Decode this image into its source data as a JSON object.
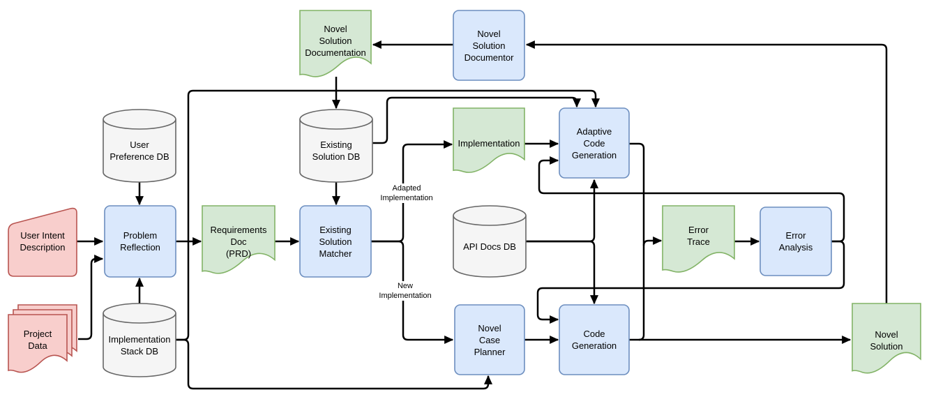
{
  "palette": {
    "process_fill": "#dae8fc",
    "process_stroke": "#6c8ebf",
    "document_fill": "#d5e8d4",
    "document_stroke": "#82b366",
    "input_fill": "#f8cecc",
    "input_stroke": "#b85450",
    "database_fill": "#f5f5f5",
    "database_stroke": "#666666",
    "edge_color": "#000000",
    "background": "#ffffff"
  },
  "nodes": {
    "novel_solution_documentation": {
      "label": "Novel\nSolution\nDocumentation",
      "shape": "document",
      "color": "green"
    },
    "novel_solution_documentor": {
      "label": "Novel\nSolution\nDocumentor",
      "shape": "process",
      "color": "blue"
    },
    "user_preference_db": {
      "label": "User\nPreference DB",
      "shape": "database",
      "color": "gray"
    },
    "existing_solution_db": {
      "label": "Existing\nSolution DB",
      "shape": "database",
      "color": "gray"
    },
    "implementation": {
      "label": "Implementation",
      "shape": "document",
      "color": "green"
    },
    "adaptive_code_generation": {
      "label": "Adaptive\nCode\nGeneration",
      "shape": "process",
      "color": "blue"
    },
    "user_intent_description": {
      "label": "User Intent\nDescription",
      "shape": "manual-input",
      "color": "red"
    },
    "problem_reflection": {
      "label": "Problem\nReflection",
      "shape": "process",
      "color": "blue"
    },
    "requirements_doc": {
      "label": "Requirements\nDoc\n(PRD)",
      "shape": "document",
      "color": "green"
    },
    "existing_solution_matcher": {
      "label": "Existing\nSolution\nMatcher",
      "shape": "process",
      "color": "blue"
    },
    "api_docs_db": {
      "label": "API Docs DB",
      "shape": "database",
      "color": "gray"
    },
    "error_trace": {
      "label": "Error\nTrace",
      "shape": "document",
      "color": "green"
    },
    "error_analysis": {
      "label": "Error\nAnalysis",
      "shape": "process",
      "color": "blue"
    },
    "project_data": {
      "label": "Project\nData",
      "shape": "multi-document",
      "color": "red"
    },
    "implementation_stack_db": {
      "label": "Implementation\nStack DB",
      "shape": "database",
      "color": "gray"
    },
    "novel_case_planner": {
      "label": "Novel\nCase\nPlanner",
      "shape": "process",
      "color": "blue"
    },
    "code_generation": {
      "label": "Code\nGeneration",
      "shape": "process",
      "color": "blue"
    },
    "novel_solution": {
      "label": "Novel\nSolution",
      "shape": "document",
      "color": "green"
    }
  },
  "edge_labels": {
    "adapted": "Adapted\nImplementation",
    "new": "New\nImplementation"
  },
  "edges": [
    {
      "from": "user_intent_description",
      "to": "problem_reflection"
    },
    {
      "from": "project_data",
      "to": "problem_reflection"
    },
    {
      "from": "user_preference_db",
      "to": "problem_reflection"
    },
    {
      "from": "implementation_stack_db",
      "to": "problem_reflection"
    },
    {
      "from": "problem_reflection",
      "to": "requirements_doc"
    },
    {
      "from": "requirements_doc",
      "to": "existing_solution_matcher"
    },
    {
      "from": "novel_solution_documentation",
      "to": "existing_solution_db"
    },
    {
      "from": "existing_solution_db",
      "to": "existing_solution_matcher"
    },
    {
      "from": "existing_solution_matcher",
      "to": "implementation",
      "label": "Adapted Implementation"
    },
    {
      "from": "existing_solution_matcher",
      "to": "novel_case_planner",
      "label": "New Implementation"
    },
    {
      "from": "implementation",
      "to": "adaptive_code_generation"
    },
    {
      "from": "existing_solution_db",
      "to": "adaptive_code_generation"
    },
    {
      "from": "implementation_stack_db",
      "to": "adaptive_code_generation"
    },
    {
      "from": "implementation_stack_db",
      "to": "novel_case_planner"
    },
    {
      "from": "api_docs_db",
      "to": "adaptive_code_generation"
    },
    {
      "from": "api_docs_db",
      "to": "code_generation"
    },
    {
      "from": "adaptive_code_generation",
      "to": "error_trace"
    },
    {
      "from": "code_generation",
      "to": "error_trace"
    },
    {
      "from": "error_trace",
      "to": "error_analysis"
    },
    {
      "from": "error_analysis",
      "to": "adaptive_code_generation"
    },
    {
      "from": "error_analysis",
      "to": "code_generation"
    },
    {
      "from": "novel_case_planner",
      "to": "code_generation"
    },
    {
      "from": "code_generation",
      "to": "novel_solution"
    },
    {
      "from": "novel_solution",
      "to": "novel_solution_documentor"
    },
    {
      "from": "novel_solution_documentor",
      "to": "novel_solution_documentation"
    }
  ]
}
